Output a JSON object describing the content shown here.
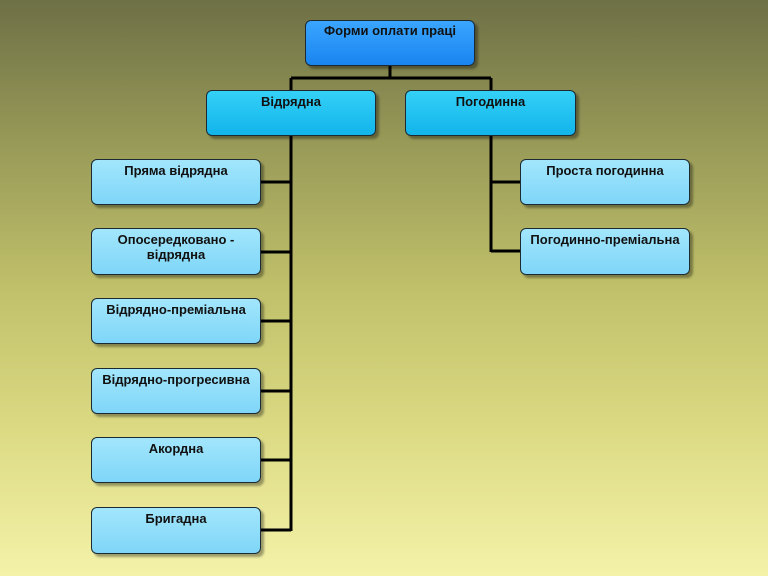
{
  "diagram": {
    "root": {
      "label": "Форми оплати праці"
    },
    "categories": [
      {
        "label": "Відрядна"
      },
      {
        "label": "Погодинна"
      }
    ],
    "vidriadna_items": [
      {
        "label": "Пряма відрядна"
      },
      {
        "label": "Опосередковано - відрядна"
      },
      {
        "label": "Відрядно-преміальна"
      },
      {
        "label": "Відрядно-прогресивна"
      },
      {
        "label": "Акордна"
      },
      {
        "label": "Бригадна"
      }
    ],
    "pohodynna_items": [
      {
        "label": "Проста погодинна"
      },
      {
        "label": "Погодинно-преміальна"
      }
    ]
  },
  "colors": {
    "root_fill": "#1f8cf5",
    "category_fill": "#1bbcee",
    "leaf_fill": "#8fdefa",
    "connector": "#000000",
    "background_top": "#6e7046",
    "background_bottom": "#f4f2a8"
  }
}
